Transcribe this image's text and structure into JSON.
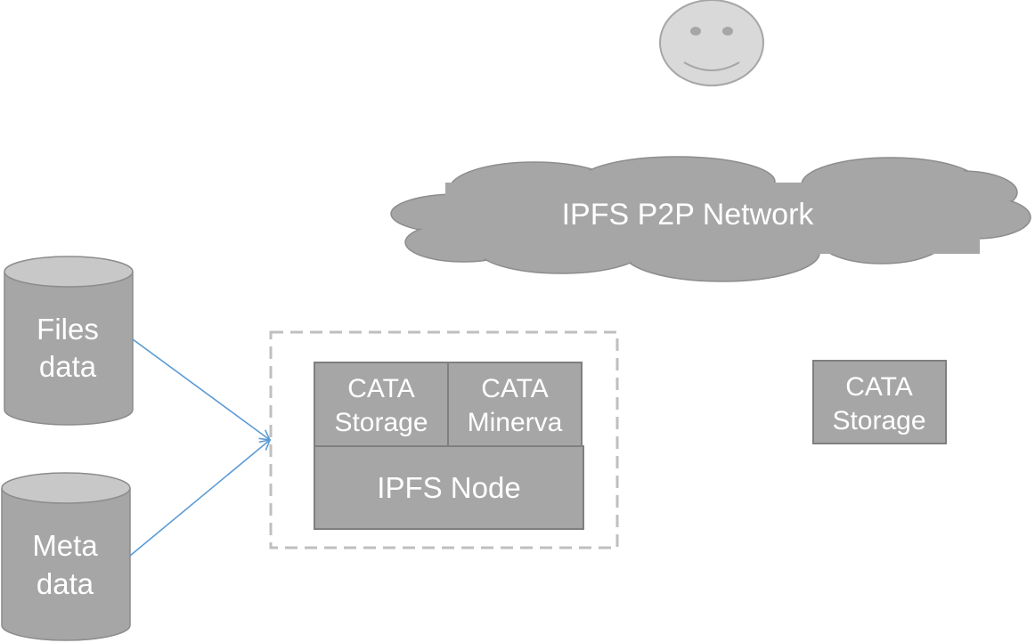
{
  "colors": {
    "shape_fill": "#a6a6a6",
    "shape_stroke": "#7f7f7f",
    "text": "#ffffff",
    "arrow": "#5b9bd5",
    "dashed_border": "#bfbfbf",
    "face_fill": "#d9d9d9"
  },
  "user": {
    "icon": "smiley-face-icon"
  },
  "network": {
    "label": "IPFS P2P Network"
  },
  "databases": {
    "files": {
      "line1": "Files",
      "line2": "data",
      "icon": "database-cylinder-icon"
    },
    "meta": {
      "line1": "Meta",
      "line2": "data",
      "icon": "database-cylinder-icon"
    }
  },
  "node_group": {
    "storage": {
      "line1": "CATA",
      "line2": "Storage"
    },
    "minerva": {
      "line1": "CATA",
      "line2": "Minerva"
    },
    "ipfs_node": {
      "label": "IPFS Node"
    }
  },
  "remote_storage": {
    "line1": "CATA",
    "line2": "Storage"
  }
}
